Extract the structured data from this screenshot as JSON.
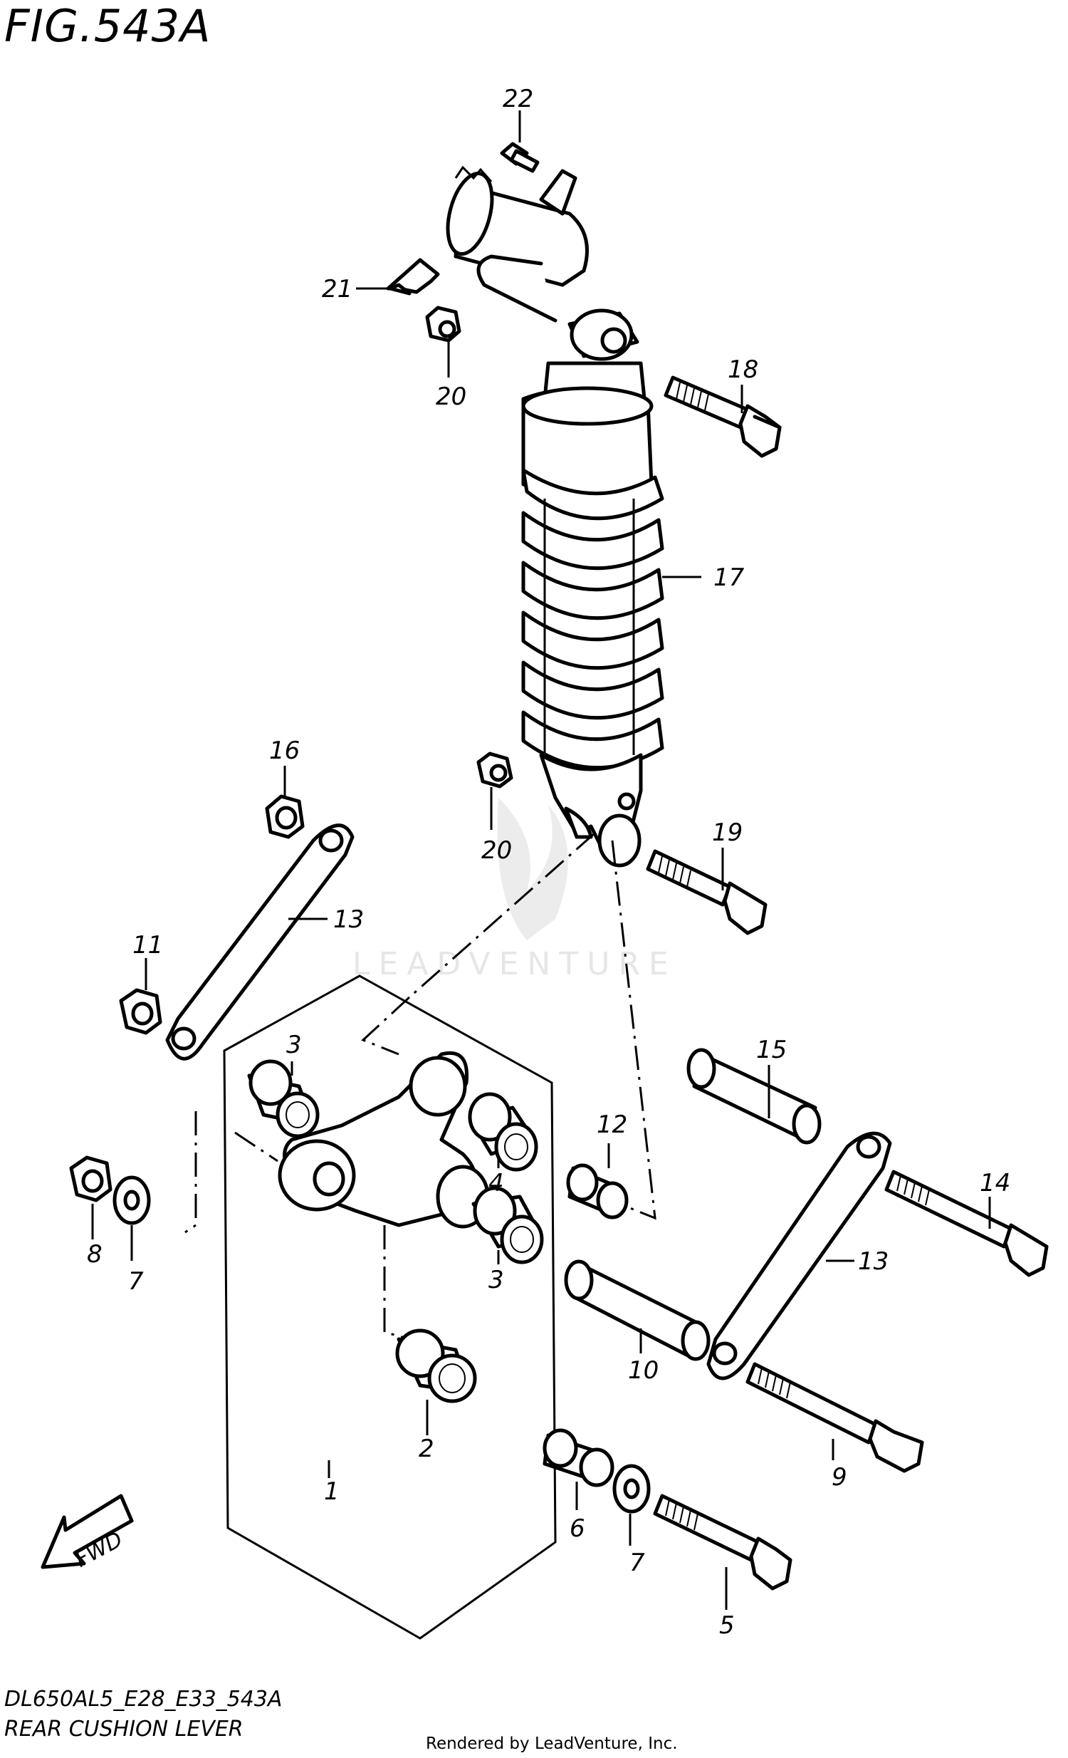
{
  "figure": {
    "title": "FIG.543A",
    "model_code": "DL650AL5_E28_E33_543A",
    "subtitle": "REAR CUSHION LEVER",
    "rendered_by": "Rendered by LeadVenture, Inc.",
    "watermark": "LEADVENTURE",
    "fwd_label": "FWD"
  },
  "callouts": {
    "c1": "1",
    "c2": "2",
    "c3a": "3",
    "c3b": "3",
    "c4": "4",
    "c5": "5",
    "c6": "6",
    "c7a": "7",
    "c7b": "7",
    "c8": "8",
    "c9": "9",
    "c10": "10",
    "c11": "11",
    "c12": "12",
    "c13a": "13",
    "c13b": "13",
    "c14": "14",
    "c15": "15",
    "c16": "16",
    "c17": "17",
    "c18": "18",
    "c19": "19",
    "c20a": "20",
    "c20b": "20",
    "c21": "21",
    "c22": "22"
  }
}
